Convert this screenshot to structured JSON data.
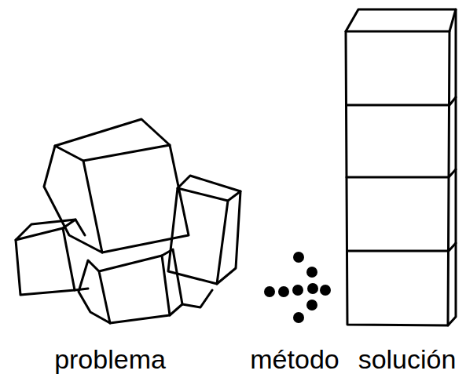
{
  "diagram": {
    "labels": [
      "problema",
      "método",
      "solución"
    ]
  }
}
